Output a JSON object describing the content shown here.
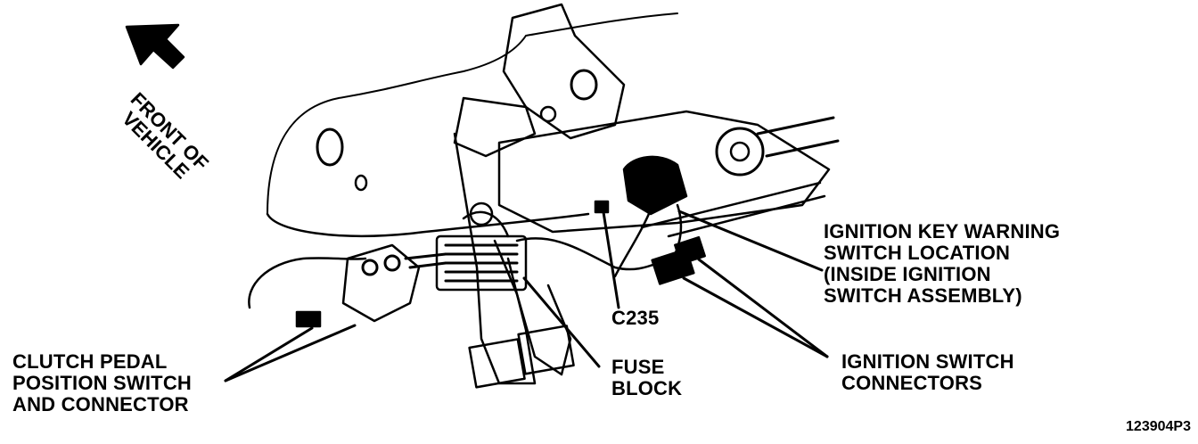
{
  "direction": {
    "line1": "FRONT OF",
    "line2": "VEHICLE"
  },
  "labels": {
    "ignition_key_warning": [
      "IGNITION KEY WARNING",
      "SWITCH LOCATION",
      "(INSIDE IGNITION",
      "SWITCH ASSEMBLY)"
    ],
    "c235": "C235",
    "clutch_pedal": [
      "CLUTCH PEDAL",
      "POSITION SWITCH",
      "AND CONNECTOR"
    ],
    "fuse_block": [
      "FUSE",
      "BLOCK"
    ],
    "ignition_switch_connectors": [
      "IGNITION SWITCH",
      "CONNECTORS"
    ]
  },
  "figure_id": "123904P3",
  "colors": {
    "ink": "#000000",
    "paper": "#ffffff"
  }
}
